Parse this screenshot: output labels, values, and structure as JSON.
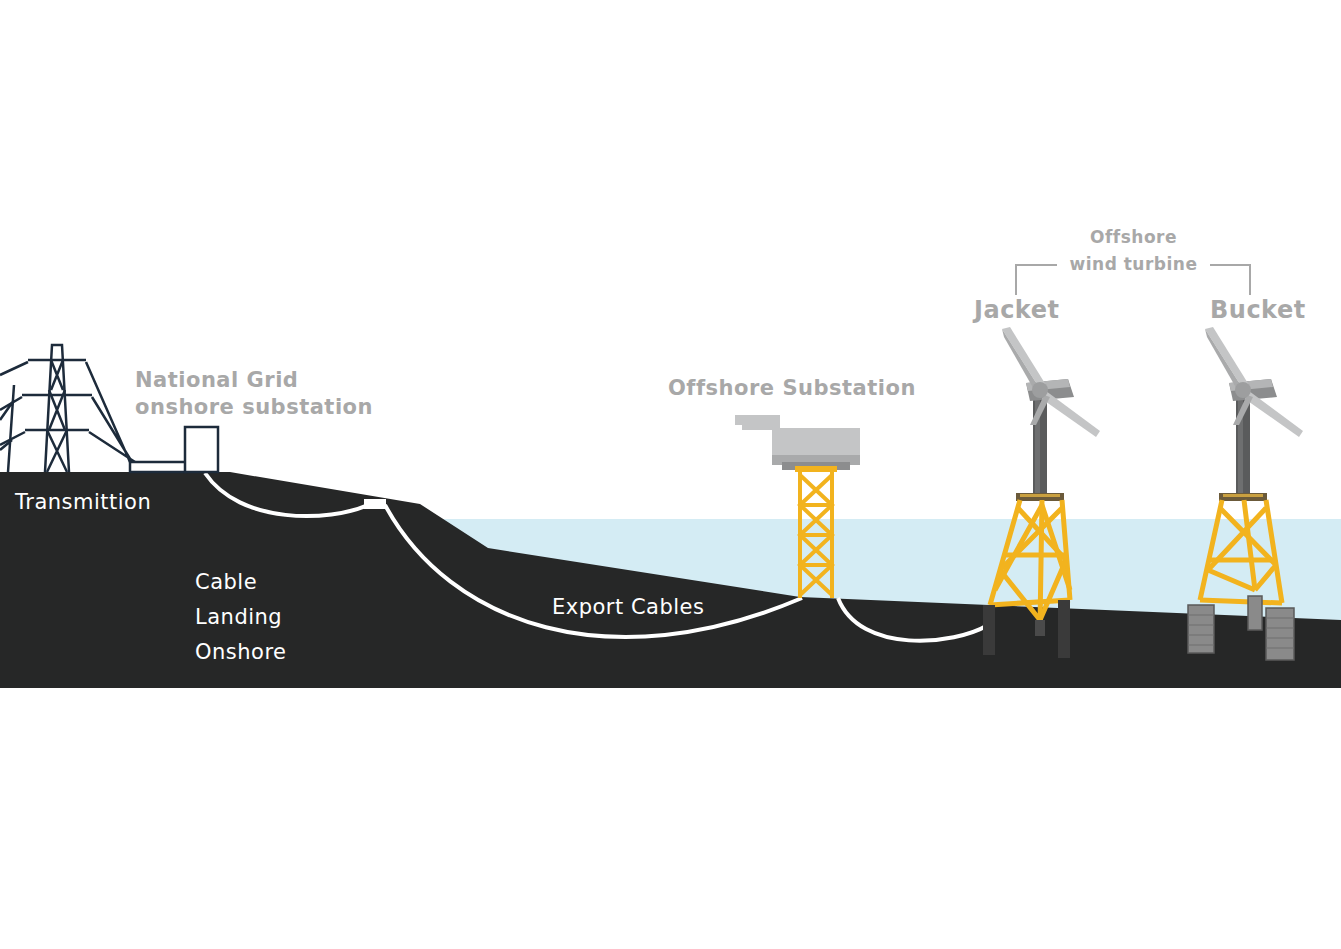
{
  "diagram": {
    "labels": [
      "Offshore wind turbine",
      "Jacket",
      "Bucket",
      "National Grid onshore substation",
      "Offshore Substation",
      "Transmittion",
      "Cable Landing Onshore",
      "Export Cables"
    ]
  }
}
